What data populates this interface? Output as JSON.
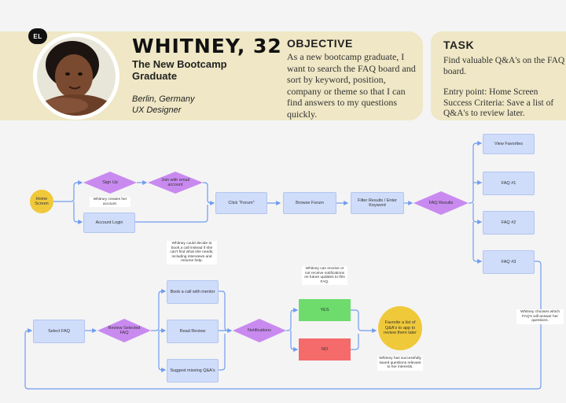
{
  "persona": {
    "badge": "EL",
    "name": "WHITNEY, 32",
    "role_line1": "The New Bootcamp",
    "role_line2": "Graduate",
    "location": "Berlin, Germany",
    "title": "UX Designer"
  },
  "objective": {
    "heading": "OBJECTIVE",
    "text": "As a new bootcamp graduate, I want to search the FAQ board and sort by keyword, position, company or theme so that I can find answers to my questions quickly."
  },
  "task": {
    "heading": "TASK",
    "text": "Find valuable Q&A's on the FAQ board.",
    "entry": "Entry point: Home Screen",
    "success": "Success Criteria: Save a list of Q&A's to review later."
  },
  "colors": {
    "card": "#efe7c5",
    "box": "#cfdcfa",
    "diamond": "#c98af0",
    "circle": "#f0c93a",
    "yes": "#6ddc6d",
    "no": "#f56a6a",
    "line": "#6f9cf0"
  },
  "flow": {
    "home": "Home Screen",
    "signup": "Sign Up",
    "join": "Join with email account",
    "login": "Account Login",
    "click_forum": "Click \"Forum\"",
    "browse": "Browse Forum",
    "filter": "Filter Results / Enter Keyword",
    "faq_results": "FAQ Results",
    "view_fav": "View Favorites",
    "faq1": "FAQ #1",
    "faq2": "FAQ #2",
    "faq3": "FAQ #3",
    "select_faq": "Select FAQ",
    "review": "Review Selected FAQ",
    "book": "Book a call with mentor",
    "read": "Read Review",
    "suggest": "Suggest missing Q&A's",
    "notifications": "Notifications",
    "yes": "YES",
    "no": "NO",
    "favorite": "Favorite a list of Q&A's to app to review them later"
  },
  "notes": {
    "created": "Whitney creates her account.",
    "book_call": "Whitney could decide to book a call instead if she can't find what she needs, including interviews and resume help.",
    "receive": "Whitney can receive or not receive notifications on future updates to this FAQ.",
    "saved": "Whitney has successfully saved questions relevant to her interests.",
    "chooses": "Whitney chooses which FAQ's will answer her questions."
  }
}
